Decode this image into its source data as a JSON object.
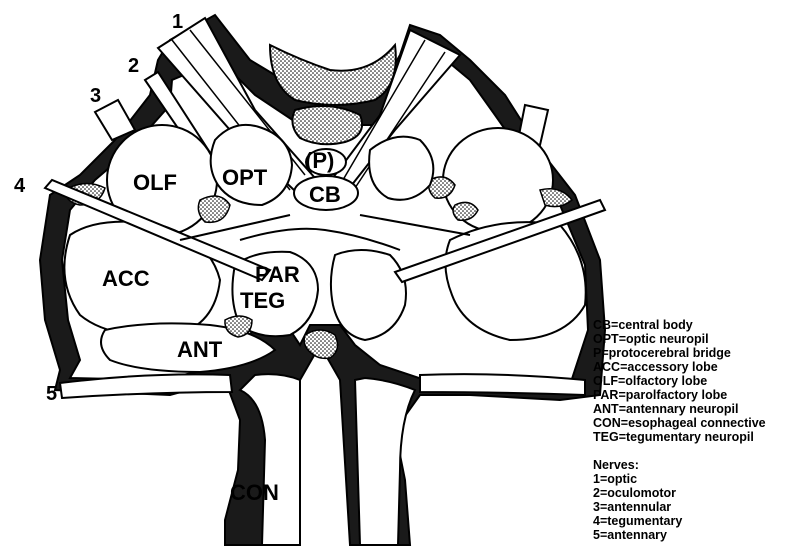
{
  "diagram": {
    "region_labels": {
      "olf": "OLF",
      "opt": "OPT",
      "p": "(P)",
      "cb": "CB",
      "acc": "ACC",
      "par": "PAR",
      "teg": "TEG",
      "ant": "ANT",
      "con": "CON"
    },
    "nerve_numbers": {
      "n1": "1",
      "n2": "2",
      "n3": "3",
      "n4": "4",
      "n5": "5"
    },
    "colors": {
      "ink": "#000000",
      "paper": "#ffffff",
      "stipple": "#bdbdbd"
    }
  },
  "legend": {
    "abbreviations": [
      "CB=central body",
      "OPT=optic neuropil",
      "P=protocerebral bridge",
      "ACC=accessory lobe",
      "OLF=olfactory lobe",
      "PAR=parolfactory lobe",
      "ANT=antennary neuropil",
      "CON=esophageal connective",
      "TEG=tegumentary neuropil"
    ],
    "nerves_title": "Nerves:",
    "nerves": [
      "1=optic",
      "2=oculomotor",
      "3=antennular",
      "4=tegumentary",
      "5=antennary"
    ]
  }
}
